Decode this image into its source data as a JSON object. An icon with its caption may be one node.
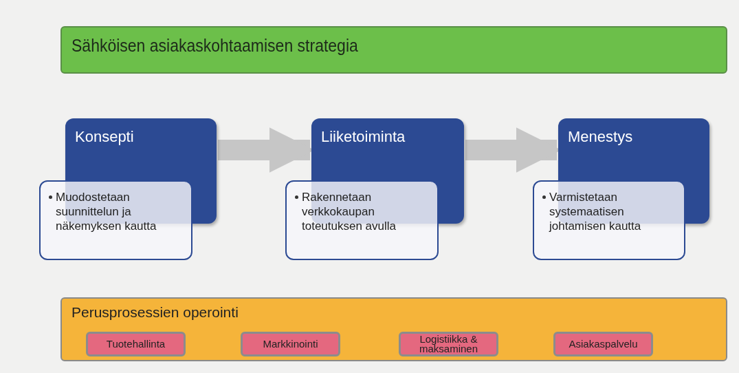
{
  "diagram": {
    "nodes": [
      {
        "text": [
          "Sähköisen asiakaskohtaamisen strategia"
        ]
      },
      {
        "text": [
          "Konsepti"
        ]
      },
      {
        "text": [
          "Muodostetaan suunnittelun ja näkemyksen kautta"
        ]
      },
      {
        "text": [
          "Liiketoiminta"
        ]
      },
      {
        "text": [
          "Rakennetaan verkkokaupan toteutuksen avulla"
        ]
      },
      {
        "text": [
          "Menestys"
        ]
      },
      {
        "text": [
          "Varmistetaan systemaatisen johtamisen kautta"
        ]
      },
      {
        "text": [
          "Perusprosessien operointi"
        ]
      },
      {
        "text": [
          "Tuotehallinta"
        ],
        "in": 7
      },
      {
        "text": [
          "Markkinointi"
        ],
        "in": 7
      },
      {
        "text": [
          "Logistiikka & maksaminen"
        ],
        "in": 7
      },
      {
        "text": [
          "Asiakaspalvelu"
        ],
        "in": 7
      }
    ],
    "edges": [
      {
        "from": 1,
        "to": 3,
        "arrow": "to"
      },
      {
        "from": 3,
        "to": 5,
        "arrow": "to"
      }
    ]
  }
}
